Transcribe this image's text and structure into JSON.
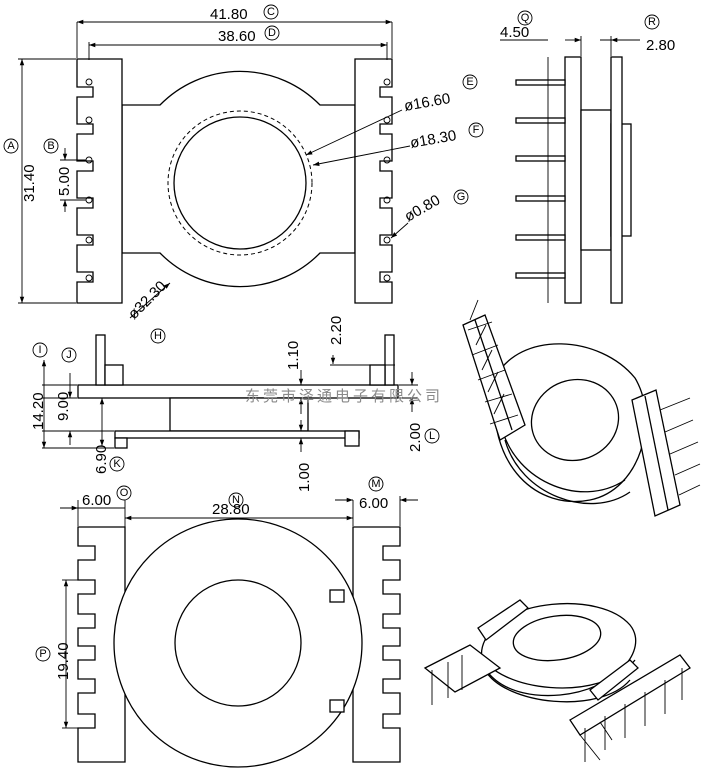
{
  "dimensions": {
    "d41_80": "41.80",
    "d38_60": "38.60",
    "d31_40": "31.40",
    "d5_00": "5.00",
    "d16_60": "ø16.60",
    "d18_30": "ø18.30",
    "d0_80": "ø0.80",
    "d32_30": "ø32.30",
    "d4_50": "4.50",
    "d2_80": "2.80",
    "d1_10": "1.10",
    "d2_20": "2.20",
    "d14_20": "14.20",
    "d9_00": "9.00",
    "d6_90": "6.90",
    "d2_00": "2.00",
    "d1_00": "1.00",
    "d6_00_left": "6.00",
    "d28_80": "28.80",
    "d6_00_right": "6.00",
    "d19_40": "19.40"
  },
  "labels": {
    "A": "A",
    "B": "B",
    "C": "C",
    "D": "D",
    "E": "E",
    "F": "F",
    "G": "G",
    "H": "H",
    "I": "I",
    "J": "J",
    "K": "K",
    "L": "L",
    "M": "M",
    "N": "N",
    "O": "O",
    "P": "P",
    "Q": "Q",
    "R": "R"
  },
  "watermark": "东莞市泽通电子有限公司"
}
